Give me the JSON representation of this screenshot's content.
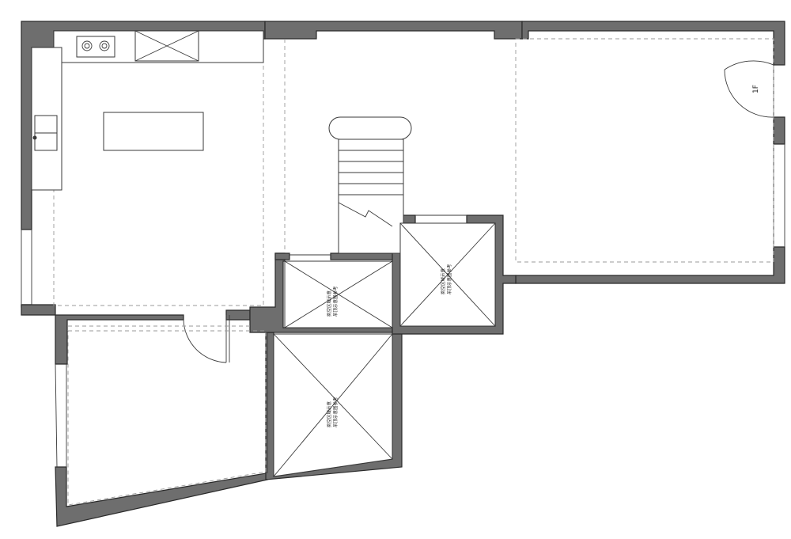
{
  "plan": {
    "floor_label": "1F",
    "shaft_note_1": "吊顶示意图参考",
    "shaft_note_2": "挑空区域示意",
    "colors": {
      "wall": "#6e6e6e",
      "line": "#3a3a3a",
      "dash": "#9a9a9a",
      "background": "#ffffff"
    }
  }
}
